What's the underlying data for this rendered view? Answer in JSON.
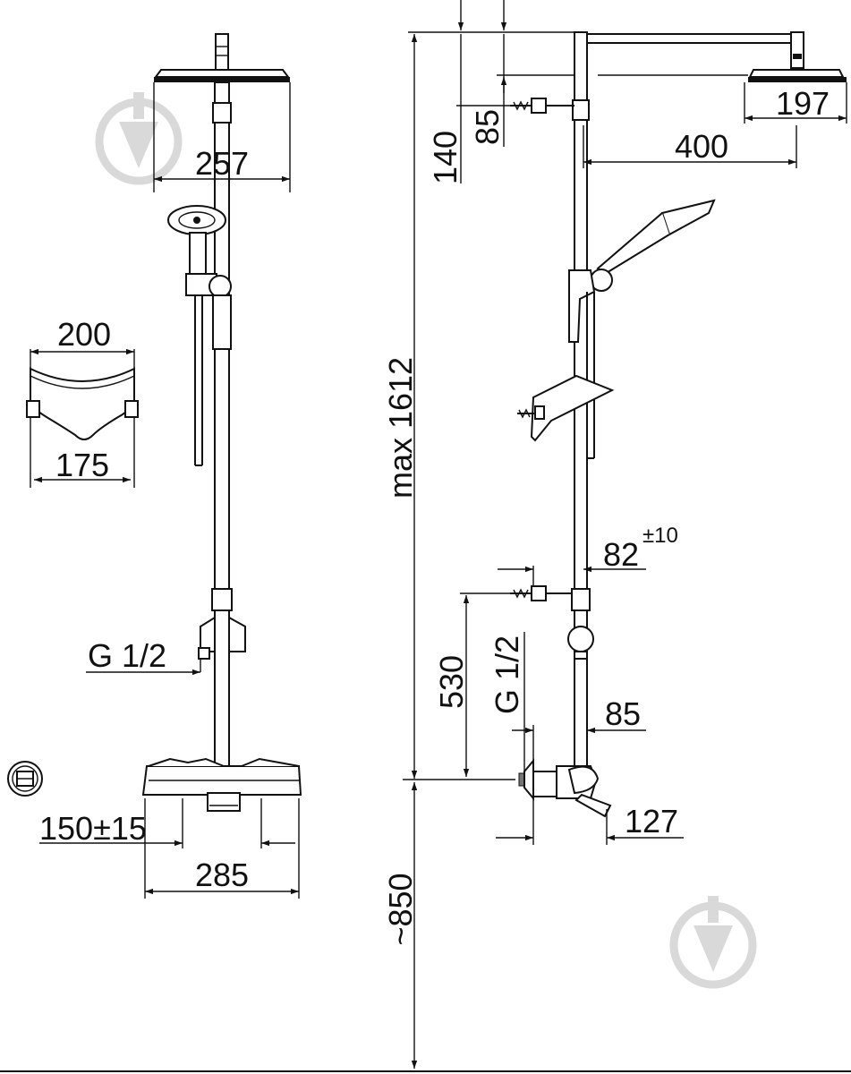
{
  "colors": {
    "line": "#111111",
    "watermark": "#d9d9d9",
    "background": "#ffffff"
  },
  "icons": [
    "watermark-logo-icon",
    "thermostat-symbol-icon",
    "screw-anchor-icon"
  ],
  "front_view": {
    "dims": {
      "head_width": "257",
      "shelf_outer": "200",
      "shelf_inner": "175",
      "inlet_left": "G 1/2",
      "spacing": "150±15",
      "mixer_width": "285"
    }
  },
  "side_view": {
    "dims": {
      "total_height": "max 1612",
      "top_offset_140": "140",
      "top_offset_85": "85",
      "arm_length": "400",
      "head_side": "197",
      "wall_distance": "82",
      "wall_tolerance": "±10",
      "bracket_height": "530",
      "inlet_side": "G 1/2",
      "mixer_depth": "85",
      "spout_length": "127",
      "floor_height": "~850"
    }
  }
}
